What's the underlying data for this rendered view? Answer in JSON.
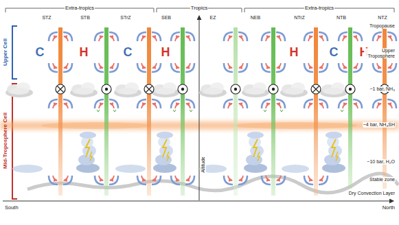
{
  "diagram": {
    "labels": [
      "Extra-tropics",
      "Tropics",
      "Extra-tropics",
      "STZ",
      "STB",
      "STrZ",
      "SEB",
      "EZ",
      "NEB",
      "NTrZ",
      "NTB",
      "NTZ",
      "Tropopause",
      "Upper Cell",
      "C",
      "H",
      "C",
      "H",
      "H",
      "C",
      "H",
      "Upper Troposphere",
      "~1 bar, NH₃",
      "Mid-Troposphere Cell",
      "~4 bar, NH₄SH",
      "Altitude",
      "~10 bar, H₂O",
      "Stable zone",
      "Dry Convection Layer",
      "South",
      "North"
    ]
  }
}
